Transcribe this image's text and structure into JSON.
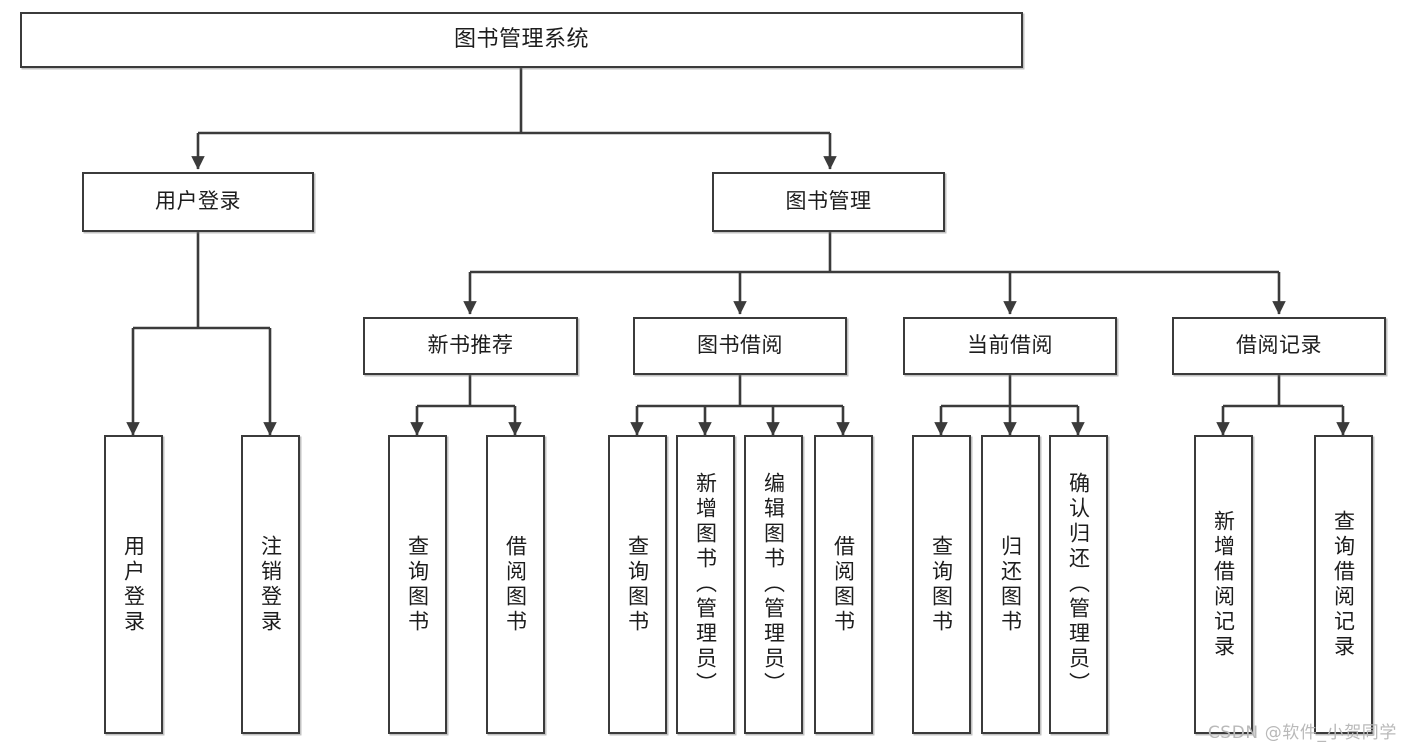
{
  "diagram": {
    "title": "图书管理系统",
    "type": "tree-hierarchy-chart",
    "line_color": "#3b3b3b",
    "box_fill": "#ffffff",
    "text_color": "#1d1d1d",
    "root": {
      "label": "图书管理系统"
    },
    "level1": [
      {
        "label": "用户登录"
      },
      {
        "label": "图书管理"
      }
    ],
    "level2": [
      {
        "label": "新书推荐"
      },
      {
        "label": "图书借阅"
      },
      {
        "label": "当前借阅"
      },
      {
        "label": "借阅记录"
      }
    ],
    "leaves": [
      {
        "label": "用户登录",
        "parent": "用户登录"
      },
      {
        "label": "注销登录",
        "parent": "用户登录"
      },
      {
        "label": "查询图书",
        "parent": "新书推荐"
      },
      {
        "label": "借阅图书",
        "parent": "新书推荐"
      },
      {
        "label": "查询图书",
        "parent": "图书借阅"
      },
      {
        "label": "新增图书（管理员）",
        "parent": "图书借阅"
      },
      {
        "label": "编辑图书（管理员）",
        "parent": "图书借阅"
      },
      {
        "label": "借阅图书",
        "parent": "图书借阅"
      },
      {
        "label": "查询图书",
        "parent": "当前借阅"
      },
      {
        "label": "归还图书",
        "parent": "当前借阅"
      },
      {
        "label": "确认归还（管理员）",
        "parent": "当前借阅"
      },
      {
        "label": "新增借阅记录",
        "parent": "借阅记录"
      },
      {
        "label": "查询借阅记录",
        "parent": "借阅记录"
      }
    ]
  },
  "watermark": {
    "text": "CSDN @软件_小贺同学"
  }
}
